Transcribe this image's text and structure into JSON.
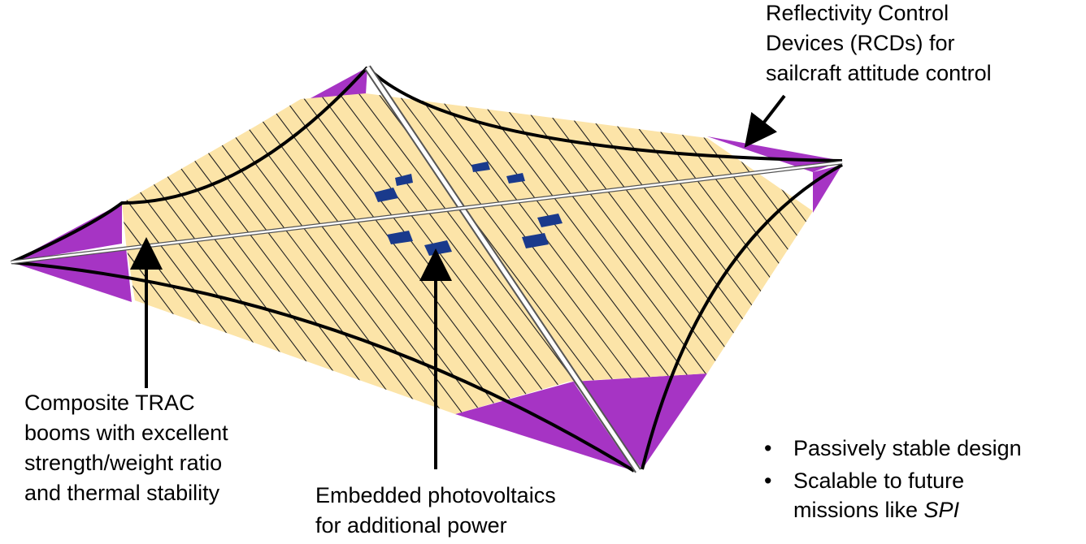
{
  "labels": {
    "rcd": [
      "Reflectivity Control",
      "Devices (RCDs) for",
      "sailcraft attitude control"
    ],
    "booms": [
      "Composite TRAC",
      "booms with excellent",
      "strength/weight ratio",
      "and thermal stability"
    ],
    "photovoltaics": [
      "Embedded photovoltaics",
      "for additional power"
    ]
  },
  "bullets": {
    "symbol": "•",
    "items": [
      {
        "lines": [
          "Passively stable design"
        ]
      },
      {
        "lines": [
          "Scalable to future",
          "missions like "
        ],
        "emphasis": "SPI"
      }
    ]
  },
  "colors": {
    "sail": "#fce4a8",
    "rcd": "#a634c4",
    "photovoltaic": "#1a3a8c",
    "boom": "#ffffff",
    "stripe": "#222222",
    "outline": "#000000"
  }
}
